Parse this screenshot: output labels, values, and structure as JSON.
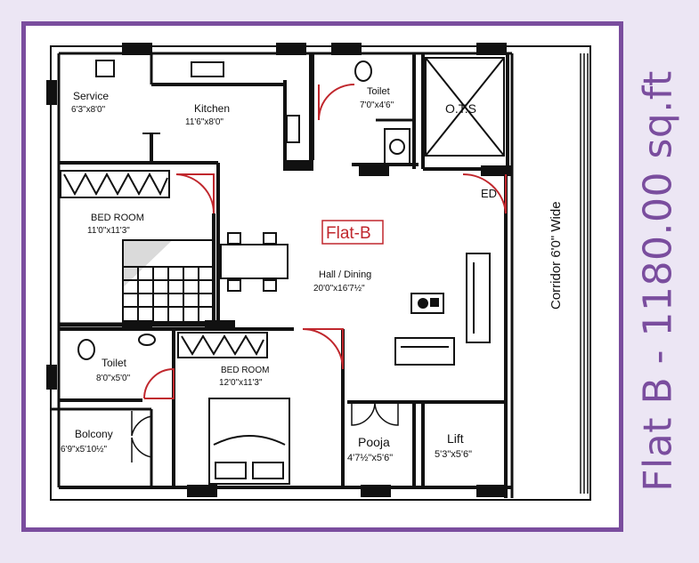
{
  "title": "Flat B - 1180.00 sq.ft",
  "flat_label": "Flat-B",
  "colors": {
    "frame": "#7a4d9e",
    "door": "#c0272d",
    "wall": "#111111"
  },
  "rooms": {
    "service": {
      "name": "Service",
      "dim": "6'3\"x8'0\""
    },
    "kitchen": {
      "name": "Kitchen",
      "dim": "11'6\"x8'0\""
    },
    "toilet_top": {
      "name": "Toilet",
      "dim": "7'0\"x4'6\""
    },
    "ots": {
      "name": "O.T.S"
    },
    "ed": {
      "name": "ED"
    },
    "bedroom1": {
      "name": "BED ROOM",
      "dim": "11'0\"x11'3\""
    },
    "hall": {
      "name": "Hall / Dining",
      "dim": "20'0\"x16'7½\""
    },
    "toilet_bottom": {
      "name": "Toilet",
      "dim": "8'0\"x5'0\""
    },
    "bedroom2": {
      "name": "BED ROOM",
      "dim": "12'0\"x11'3\""
    },
    "balcony": {
      "name": "Bolcony",
      "dim": "6'9\"x5'10½\""
    },
    "pooja": {
      "name": "Pooja",
      "dim": "4'7½\"x5'6\""
    },
    "lift": {
      "name": "Lift",
      "dim": "5'3\"x5'6\""
    }
  },
  "corridor": "Corridor 6'0\" Wide"
}
